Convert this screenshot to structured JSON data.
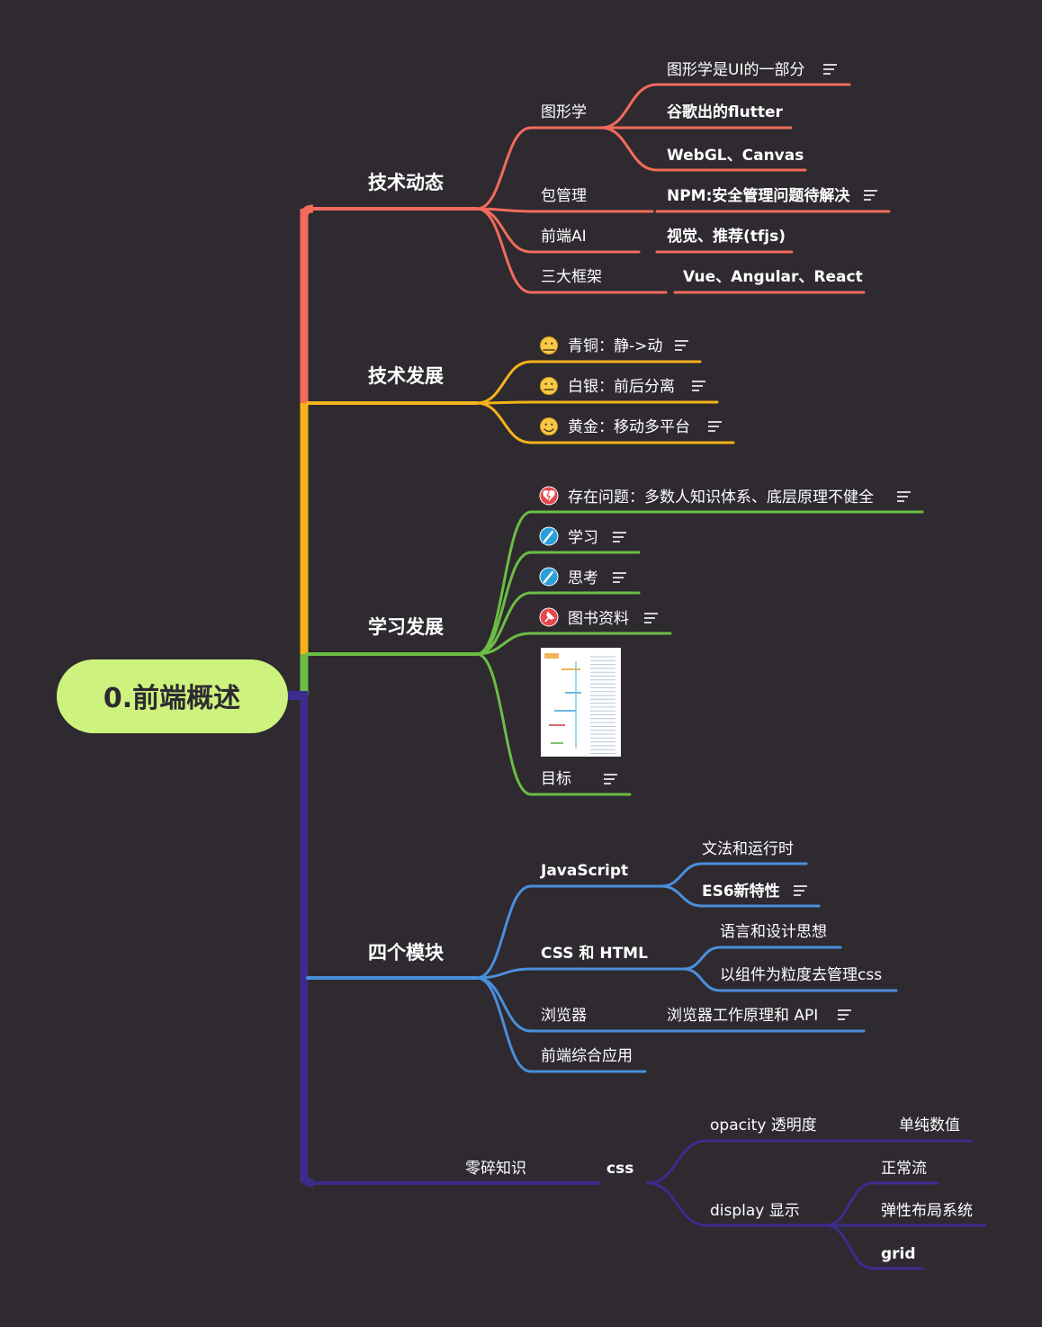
{
  "root": {
    "label": "0.前端概述",
    "color": "#cdf27e"
  },
  "branch_colors": {
    "tech_trends": "#f26b5b",
    "tech_dev": "#f5b21a",
    "learning": "#6cbd45",
    "modules": "#4a8fdc",
    "fragments": "#3d2c8e"
  },
  "tech_trends": {
    "label": "技术动态",
    "graphics": {
      "label": "图形学",
      "items": [
        "图形学是UI的一部分",
        "谷歌出的flutter",
        "WebGL、Canvas"
      ]
    },
    "pkg": {
      "label": "包管理",
      "item": "NPM:安全管理问题待解决"
    },
    "ai": {
      "label": "前端AI",
      "item": "视觉、推荐(tfjs)"
    },
    "frameworks": {
      "label": "三大框架",
      "item": "Vue、Angular、React"
    }
  },
  "tech_dev": {
    "label": "技术发展",
    "items": [
      {
        "icon": "tired-face-icon",
        "label": "青铜：静->动"
      },
      {
        "icon": "neutral-face-icon",
        "label": "白银：前后分离"
      },
      {
        "icon": "smile-face-icon",
        "label": "黄金：移动多平台"
      }
    ]
  },
  "learning": {
    "label": "学习发展",
    "items": [
      {
        "icon": "broken-heart-icon",
        "label": "存在问题：多数人知识体系、底层原理不健全"
      },
      {
        "icon": "pencil-icon",
        "label": "学习"
      },
      {
        "icon": "pencil-icon",
        "label": "思考"
      },
      {
        "icon": "pin-icon",
        "label": "图书资料"
      }
    ],
    "goal": "目标"
  },
  "modules": {
    "label": "四个模块",
    "js": {
      "label": "JavaScript",
      "items": [
        "文法和运行时",
        "ES6新特性"
      ]
    },
    "css_html": {
      "label": "CSS 和 HTML",
      "items": [
        "语言和设计思想",
        "以组件为粒度去管理css"
      ]
    },
    "browser": {
      "label": "浏览器",
      "item": "浏览器工作原理和 API"
    },
    "app": {
      "label": "前端综合应用"
    }
  },
  "fragments": {
    "label": "零碎知识",
    "css": "css",
    "opacity": {
      "label": "opacity 透明度",
      "item": "单纯数值"
    },
    "display": {
      "label": "display 显示",
      "items": [
        "正常流",
        "弹性布局系统",
        "grid"
      ]
    }
  }
}
